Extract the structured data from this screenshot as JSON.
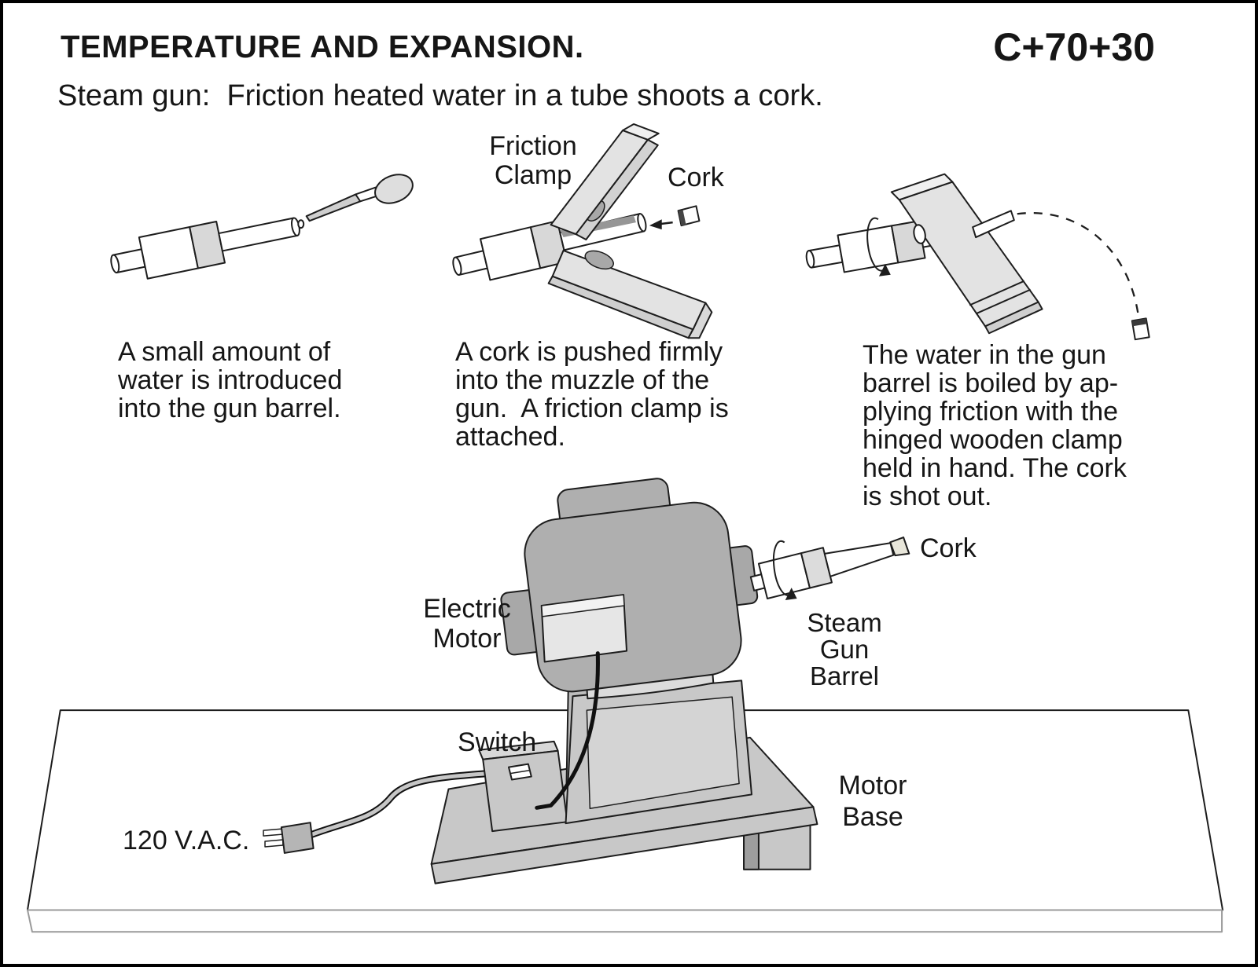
{
  "header": {
    "title": "TEMPERATURE AND EXPANSION.",
    "code": "C+70+30",
    "subtitle": "Steam gun:  Friction heated water in a tube shoots a cork."
  },
  "steps": {
    "step1": {
      "caption": "A small amount of\nwater is introduced\ninto the gun barrel."
    },
    "step2": {
      "caption": "A cork is pushed firmly\ninto the muzzle of the\ngun.  A friction clamp is\nattached.",
      "friction_clamp_label": "Friction\nClamp",
      "cork_label": "Cork"
    },
    "step3": {
      "caption": "The water in the gun\nbarrel is boiled by ap-\nplying friction with the\nhinged wooden clamp\nheld in hand. The cork\nis shot out."
    }
  },
  "apparatus": {
    "electric_motor_label": "Electric\nMotor",
    "cork_label": "Cork",
    "steam_gun_barrel_label": "Steam\nGun\nBarrel",
    "switch_label": "Switch",
    "power_label": "120 V.A.C.",
    "motor_base_label": "Motor\nBase"
  },
  "colors": {
    "ink": "#1d1d1d",
    "paper": "#ffffff",
    "motor_gray": "#afafaf",
    "base_gray": "#c8c8c8",
    "wood_gray": "#e3e3e3"
  }
}
